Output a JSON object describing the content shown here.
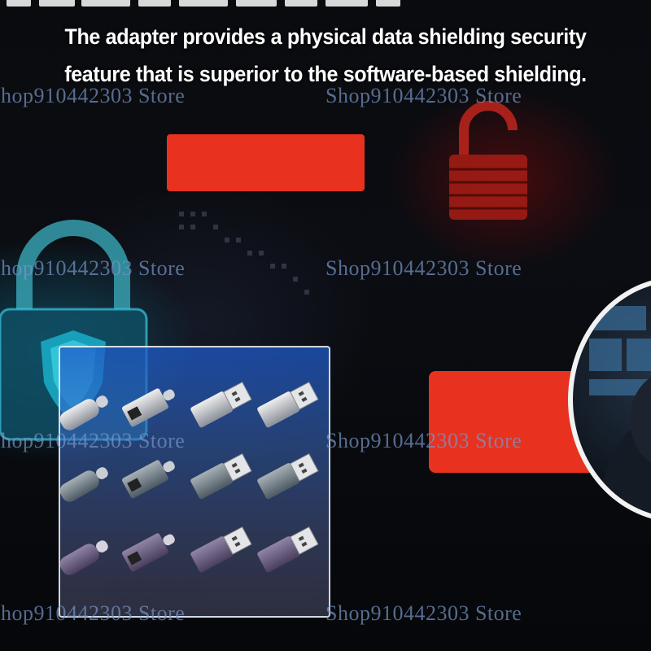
{
  "headline": {
    "line1": "The adapter provides a physical data shielding security",
    "line2": "feature that is superior to the software-based shielding."
  },
  "watermark": "Shop910442303 Store",
  "colors": {
    "accent_red": "#e8321f",
    "panel_blue": "#2a5ac8",
    "text_white": "#ffffff"
  },
  "products": {
    "rows": [
      {
        "finish": "silver",
        "items": [
          "usb-c-adapter",
          "usb-a-to-c-adapter",
          "usb-a-plug",
          "usb-a-plug"
        ]
      },
      {
        "finish": "gray",
        "items": [
          "usb-c-adapter",
          "usb-a-to-c-adapter",
          "usb-a-plug",
          "usb-a-plug"
        ]
      },
      {
        "finish": "purple",
        "items": [
          "usb-c-adapter",
          "usb-a-to-c-adapter",
          "usb-a-plug",
          "usb-a-plug"
        ]
      }
    ]
  },
  "icons": [
    "padlock-icon",
    "open-padlock-icon",
    "shield-icon"
  ]
}
